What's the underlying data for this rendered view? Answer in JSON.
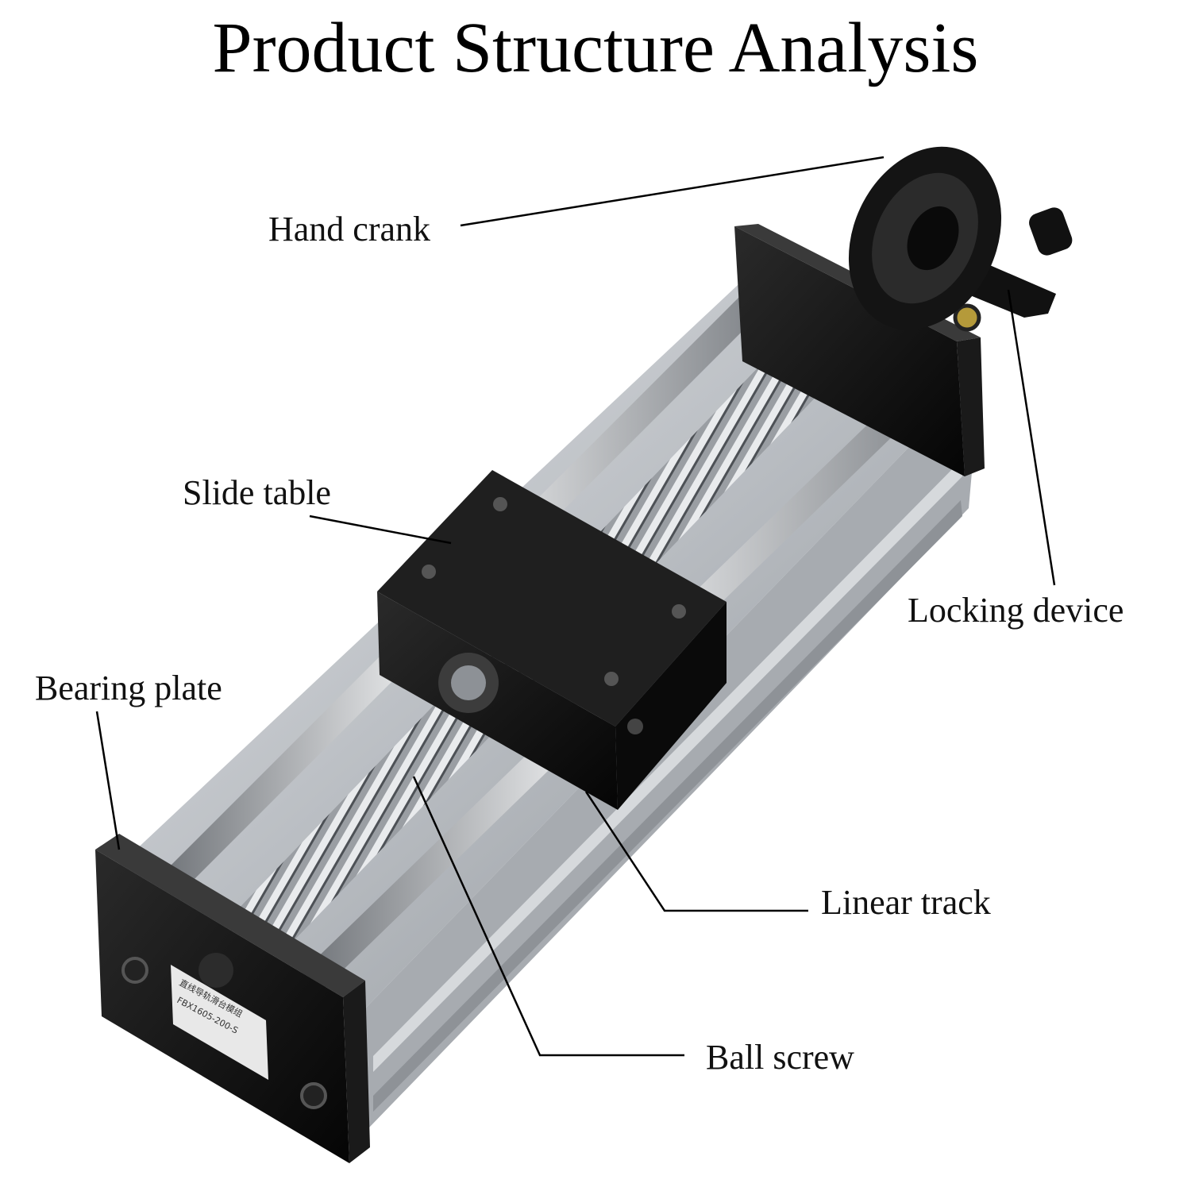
{
  "title": "Product Structure Analysis",
  "labels": {
    "hand_crank": "Hand crank",
    "slide_table": "Slide table",
    "locking_device": "Locking device",
    "bearing_plate": "Bearing plate",
    "linear_track": "Linear track",
    "ball_screw": "Ball screw"
  },
  "plate_text": {
    "line1": "直线导轨滑台模组",
    "line2": "FBX1605-200-S"
  },
  "colors": {
    "black_part": "#0c0c0c",
    "aluminum": "#c9ccd0",
    "steel": "#a9adb2",
    "leader_line": "#000000"
  }
}
